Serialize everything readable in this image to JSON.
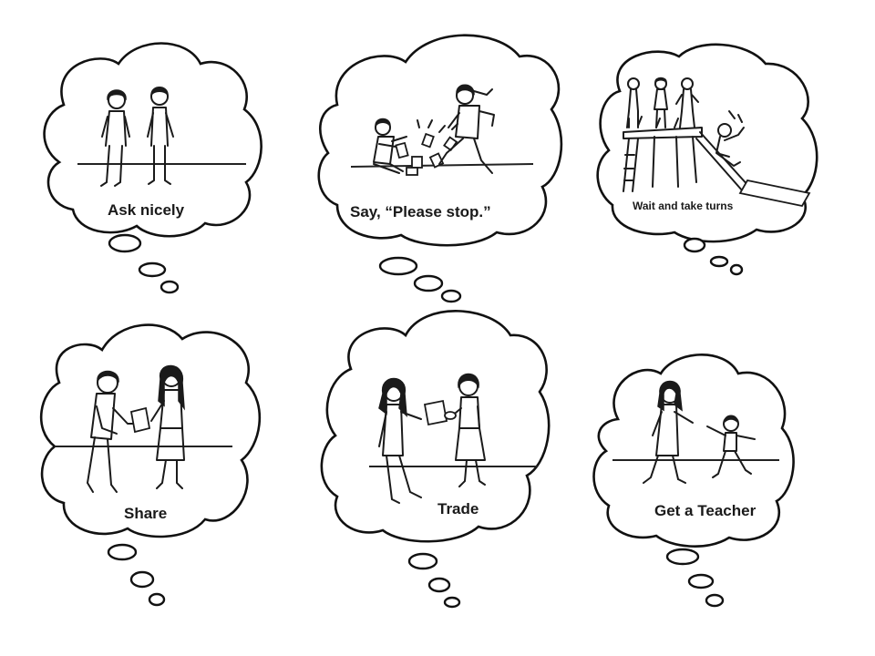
{
  "bubbles": [
    {
      "caption": "Ask nicely"
    },
    {
      "caption": "Say, “Please stop.”"
    },
    {
      "caption": "Wait and take turns"
    },
    {
      "caption": "Share"
    },
    {
      "caption": "Trade"
    },
    {
      "caption": "Get a Teacher"
    }
  ]
}
